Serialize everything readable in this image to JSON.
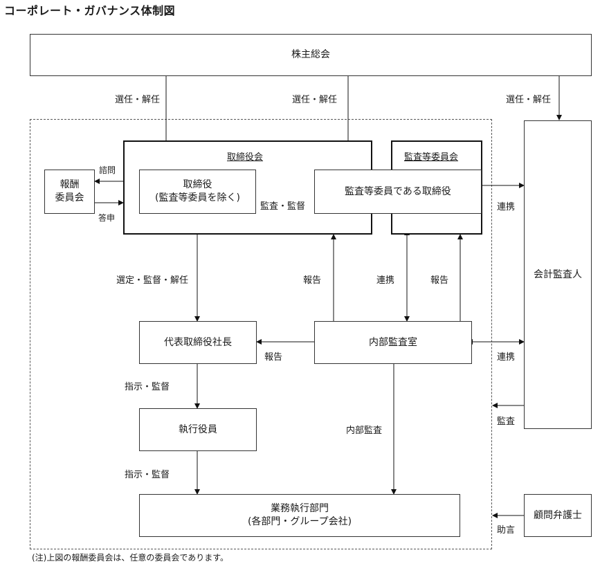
{
  "title": "コーポレート・ガバナンス体制図",
  "boxes": {
    "shareholders": "株主総会",
    "board_of_directors": "取締役会",
    "audit_committee": "監査等委員会",
    "directors_line1": "取締役",
    "directors_line2": "(監査等委員を除く)",
    "audit_directors": "監査等委員である取締役",
    "compensation_line1": "報酬",
    "compensation_line2": "委員会",
    "accounting_auditor": "会計監査人",
    "president": "代表取締役社長",
    "internal_audit_office": "内部監査室",
    "executive_officers": "執行役員",
    "operations_line1": "業務執行部門",
    "operations_line2": "(各部門・グループ会社)",
    "legal_advisor": "顧問弁護士"
  },
  "labels": {
    "elect_dismiss_1": "選任・解任",
    "elect_dismiss_2": "選任・解任",
    "elect_dismiss_3": "選任・解任",
    "consult": "諮問",
    "report_back": "答申",
    "audit_supervise": "監査・監督",
    "cooperation_1": "連携",
    "select_supervise_dismiss": "選定・監督・解任",
    "report_1": "報告",
    "cooperation_2": "連携",
    "report_2": "報告",
    "report_3": "報告",
    "cooperation_3": "連携",
    "instruct_supervise_1": "指示・監督",
    "internal_audit": "内部監査",
    "audit": "監査",
    "instruct_supervise_2": "指示・監督",
    "advice": "助言"
  },
  "note": "(注)上図の報酬委員会は、任意の委員会であります。"
}
